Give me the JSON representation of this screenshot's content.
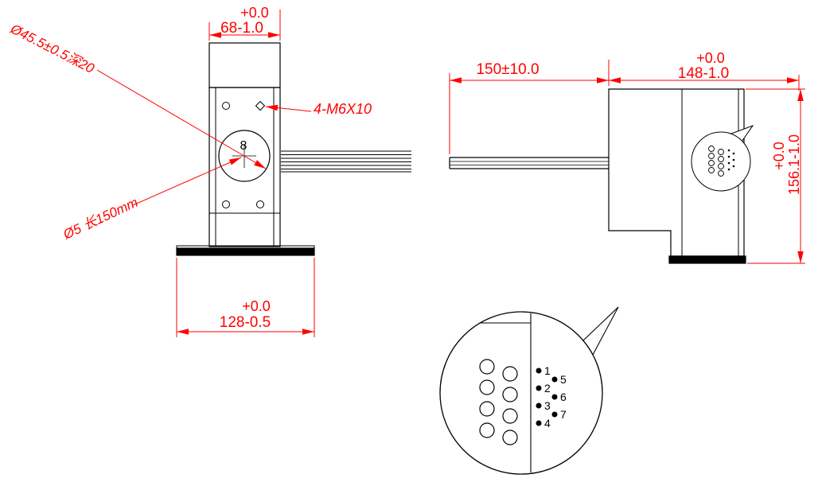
{
  "drawing": {
    "colors": {
      "line": "#000000",
      "dimension": "#ff0000"
    },
    "front_view": {
      "width_dim": {
        "tolerance": "+0.0",
        "value": "68-1.0"
      },
      "base_dim": {
        "tolerance": "+0.0",
        "value": "128-0.5"
      },
      "bore_note": "Ø45.5±0.5深20",
      "thread_note": "4-M6X10",
      "shaft_note": "Ø5 长150mm",
      "center_label": "8"
    },
    "side_view": {
      "cable_dim": "150±10.0",
      "width_dim": {
        "tolerance": "+0.0",
        "value": "148-1.0"
      },
      "height_dim": {
        "tolerance": "+0.0",
        "value": "156.1-1.0"
      }
    },
    "detail_view": {
      "pin_labels": [
        "1",
        "2",
        "3",
        "4",
        "5",
        "6",
        "7"
      ]
    }
  }
}
